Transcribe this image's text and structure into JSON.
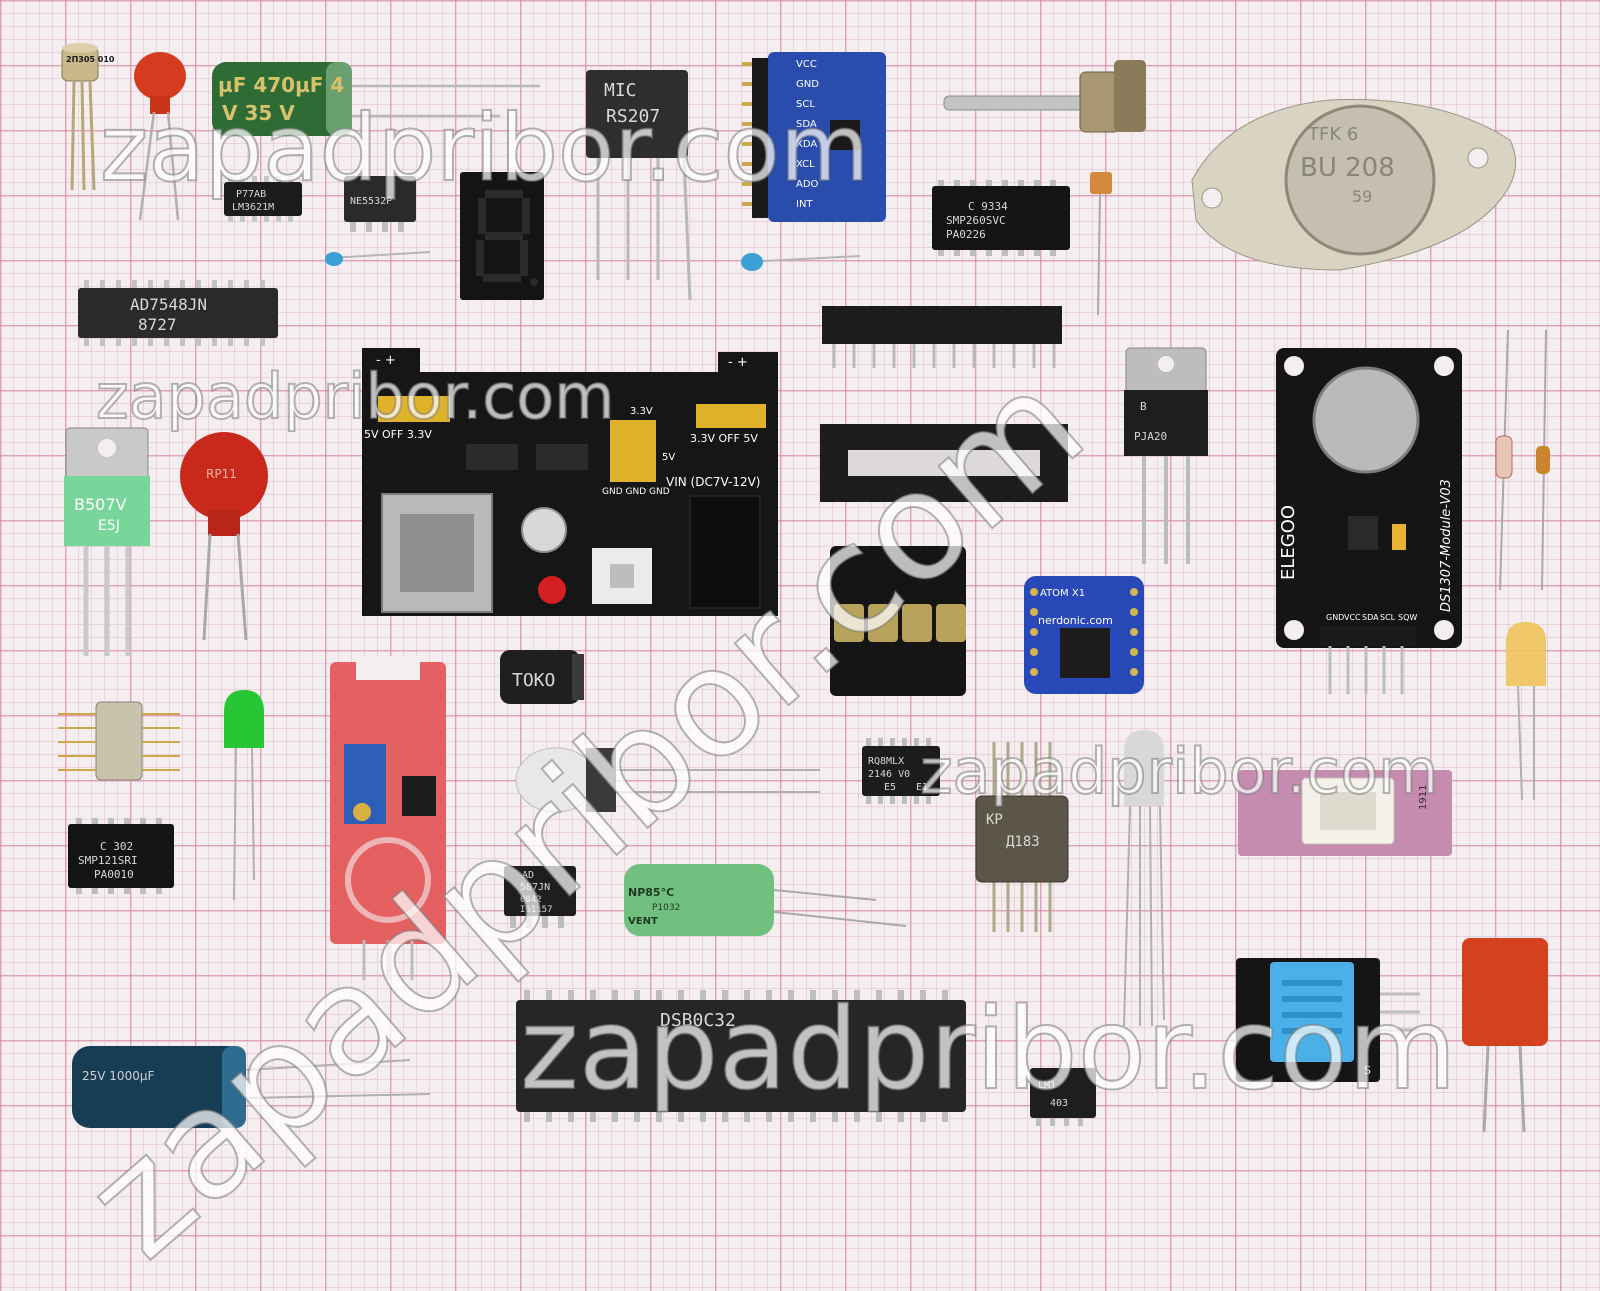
{
  "watermark": {
    "text": "zapadpribor.com"
  },
  "component_labels": {
    "transistor_can": "2П305 010",
    "electrolytic_470": "µF 470µF 4",
    "electrolytic_470_v": "V 35 V",
    "smd_ic_1a": "P77AB",
    "smd_ic_1b": "LM3621M",
    "dip8_ne5532": "NE5532P",
    "bridge_a": "MIC",
    "bridge_b": "RS207",
    "gy521_pins": [
      "VCC",
      "GND",
      "SCL",
      "SDA",
      "XDA",
      "XCL",
      "ADO",
      "INT"
    ],
    "smp260_a": "C 9334",
    "smp260_b": "SMP260SVC",
    "smp260_c": "PA0226",
    "power_transistor_a": "TFK 6",
    "power_transistor_b": "BU 208",
    "power_transistor_c": "59",
    "dip24_a": "AD7548JN",
    "dip24_b": "8727",
    "breadboard_psu_top_left": "- +",
    "breadboard_psu_top_right": "- +",
    "breadboard_psu_off_left": "5V OFF 3.3V",
    "breadboard_psu_off_right": "3.3V OFF 5V",
    "breadboard_psu_gnd": "GND GND GND",
    "breadboard_psu_33": "3.3V",
    "breadboard_psu_5v": "5V",
    "breadboard_psu_vin": "VIN (DC7V-12V)",
    "to220_green_a": "B507V",
    "to220_green_b": "E5J",
    "varistor": "RP11",
    "to220_right_a": "B",
    "to220_right_b": "PJA20",
    "rtc_brand": "ELEGOO",
    "rtc_model": "DS1307-Module-V03",
    "rtc_pins": [
      "GND",
      "VCC",
      "SDA",
      "SCL",
      "SQW"
    ],
    "atom_board_a": "ATOM X1",
    "atom_board_b": "nerdonic.com",
    "inductor": "TOKO",
    "soic_a": "RQ8MLX",
    "soic_b": "2146 V0",
    "soic_c": "E5",
    "soic_d": "E1",
    "flatpack_a": "КР",
    "flatpack_b": "Д183",
    "smp121_a": "C 302",
    "smp121_b": "SMP121SRI",
    "smp121_c": "PA0010",
    "ad587_a": "AD",
    "ad587_b": "587JN",
    "ad587_c": "0042",
    "ad587_d": "I61157",
    "np_cap_a": "NP85°C",
    "np_cap_b": "P1032",
    "np_cap_c": "VENT",
    "blue_cap": "25V 1000µF",
    "dip40_top": "DSB0C32",
    "soic_bottom_a": "LM1",
    "soic_bottom_b": "403",
    "ceramic_ic": "1911",
    "dht_board": "S"
  }
}
